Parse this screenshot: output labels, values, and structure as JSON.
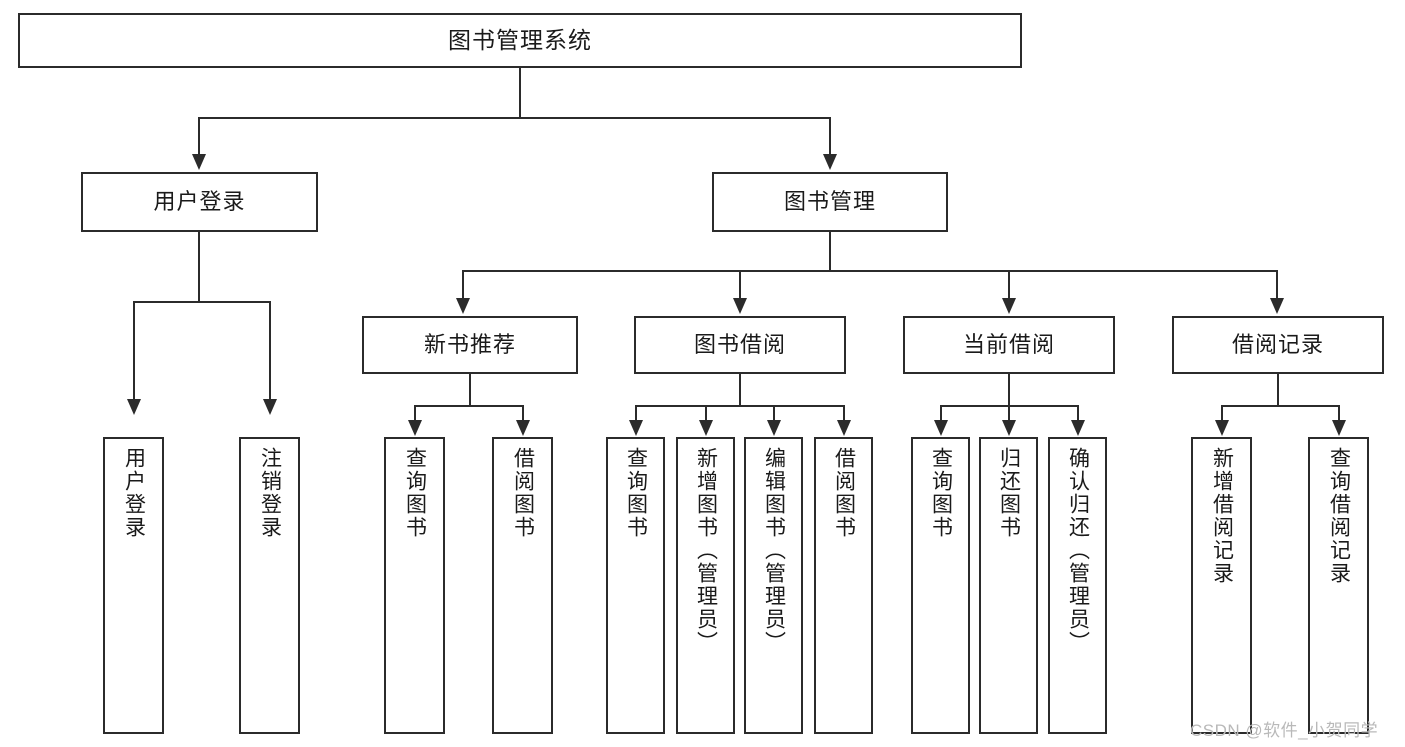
{
  "diagram": {
    "title": "图书管理系统",
    "type": "tree-hierarchy",
    "root": {
      "label": "图书管理系统"
    },
    "level2": [
      {
        "id": "user-login",
        "label": "用户登录"
      },
      {
        "id": "book-manage",
        "label": "图书管理"
      }
    ],
    "level3": [
      {
        "id": "new-book-recommend",
        "label": "新书推荐",
        "parent": "book-manage"
      },
      {
        "id": "book-borrow",
        "label": "图书借阅",
        "parent": "book-manage"
      },
      {
        "id": "current-borrow",
        "label": "当前借阅",
        "parent": "book-manage"
      },
      {
        "id": "borrow-record",
        "label": "借阅记录",
        "parent": "book-manage"
      }
    ],
    "leaves": {
      "user_login": [
        {
          "id": "leaf-user-login",
          "label": "用户登录"
        },
        {
          "id": "leaf-user-logout",
          "label": "注销登录"
        }
      ],
      "new_book_recommend": [
        {
          "id": "leaf-query-book-1",
          "label": "查询图书"
        },
        {
          "id": "leaf-borrow-book-1",
          "label": "借阅图书"
        }
      ],
      "book_borrow": [
        {
          "id": "leaf-query-book-2",
          "label": "查询图书"
        },
        {
          "id": "leaf-add-book",
          "label": "新增图书（管理员）"
        },
        {
          "id": "leaf-edit-book",
          "label": "编辑图书（管理员）"
        },
        {
          "id": "leaf-borrow-book-2",
          "label": "借阅图书"
        }
      ],
      "current_borrow": [
        {
          "id": "leaf-query-book-3",
          "label": "查询图书"
        },
        {
          "id": "leaf-return-book",
          "label": "归还图书"
        },
        {
          "id": "leaf-confirm-return",
          "label": "确认归还（管理员）"
        }
      ],
      "borrow_record": [
        {
          "id": "leaf-add-record",
          "label": "新增借阅记录"
        },
        {
          "id": "leaf-query-record",
          "label": "查询借阅记录"
        }
      ]
    }
  },
  "watermark": {
    "text": "CSDN @软件_小贺同学"
  },
  "colors": {
    "stroke": "#2b2b2b",
    "fill": "#ffffff",
    "text": "#1a1a1a",
    "watermark": "#b9b9b9"
  }
}
